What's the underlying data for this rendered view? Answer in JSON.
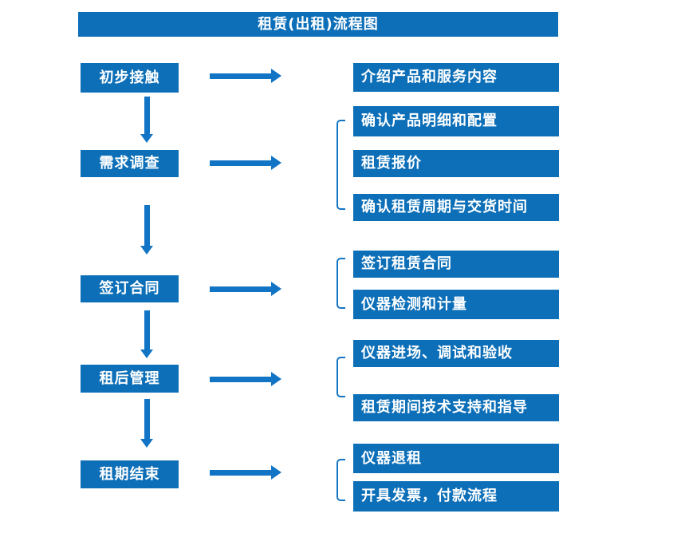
{
  "title": "租赁(出租)流程图",
  "colors": {
    "box_fill": "#0d6fb8",
    "arrow": "#1274c5",
    "text_on_box": "#ffffff",
    "background": "#ffffff"
  },
  "icons": {
    "right_arrow": "right-arrow",
    "down_arrow": "down-arrow",
    "group_bracket": "left-square-bracket"
  },
  "steps": [
    {
      "label": "初步接触",
      "details": [
        "介绍产品和服务内容"
      ]
    },
    {
      "label": "需求调查",
      "details": [
        "确认产品明细和配置",
        "租赁报价",
        "确认租赁周期与交货时间"
      ]
    },
    {
      "label": "签订合同",
      "details": [
        "签订租赁合同",
        "仪器检测和计量"
      ]
    },
    {
      "label": "租后管理",
      "details": [
        "仪器进场、调试和验收",
        "租赁期间技术支持和指导"
      ]
    },
    {
      "label": "租期结束",
      "details": [
        "仪器退租",
        "开具发票，付款流程"
      ]
    }
  ]
}
